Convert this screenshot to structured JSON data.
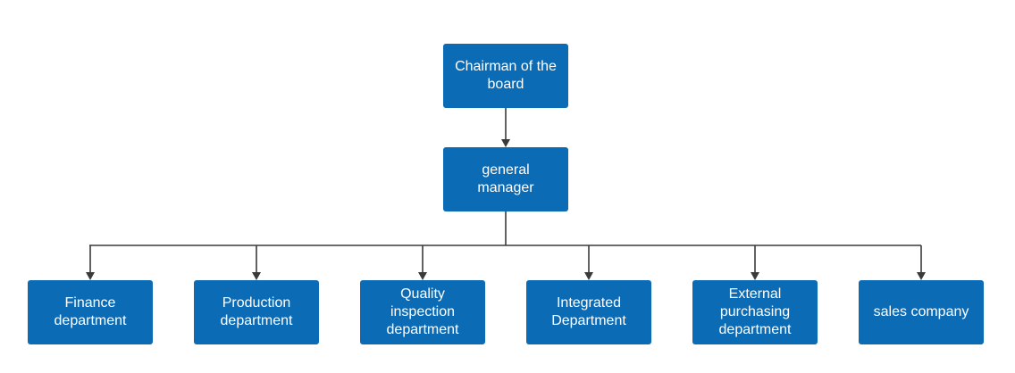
{
  "org_chart": {
    "root": {
      "label": "Chairman of the board"
    },
    "manager": {
      "label": "general manager"
    },
    "departments": [
      {
        "label": "Finance department"
      },
      {
        "label": "Production department"
      },
      {
        "label": "Quality inspection department"
      },
      {
        "label": "Integrated Department"
      },
      {
        "label": "External purchasing department"
      },
      {
        "label": "sales company"
      }
    ]
  },
  "colors": {
    "node_fill": "#0b6bb5",
    "node_text": "#ffffff",
    "connector": "#3a3a3a"
  }
}
